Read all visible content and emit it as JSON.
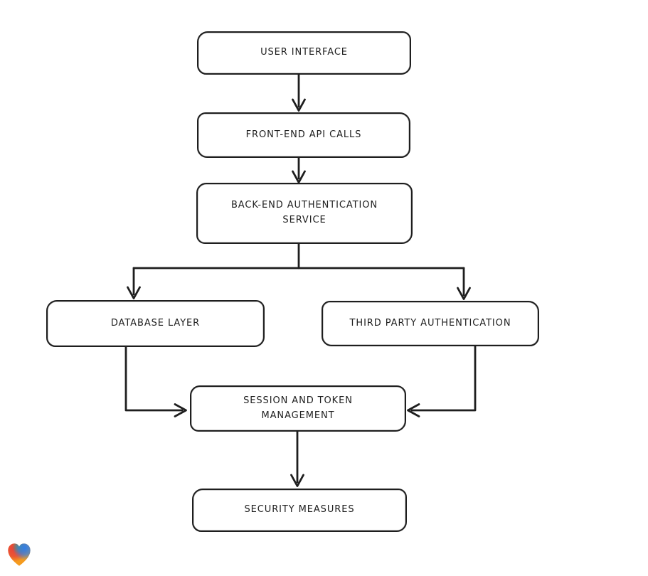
{
  "diagram": {
    "type": "flowchart",
    "background": "#ffffff",
    "stroke_color": "#1e1e1e",
    "nodes": [
      {
        "id": "user-interface",
        "label": "USER INTERFACE"
      },
      {
        "id": "front-end-api-calls",
        "label": "FRONT-END API CALLS"
      },
      {
        "id": "back-end-auth-service",
        "label": "BACK-END AUTHENTICATION\nSERVICE"
      },
      {
        "id": "database-layer",
        "label": "DATABASE LAYER"
      },
      {
        "id": "third-party-auth",
        "label": "THIRD PARTY AUTHENTICATION"
      },
      {
        "id": "session-token-mgmt",
        "label": "SESSION AND TOKEN\nMANAGEMENT"
      },
      {
        "id": "security-measures",
        "label": "SECURITY MEASURES"
      }
    ],
    "edges": [
      {
        "from": "user-interface",
        "to": "front-end-api-calls"
      },
      {
        "from": "front-end-api-calls",
        "to": "back-end-auth-service"
      },
      {
        "from": "back-end-auth-service",
        "to": "database-layer"
      },
      {
        "from": "back-end-auth-service",
        "to": "third-party-auth"
      },
      {
        "from": "database-layer",
        "to": "session-token-mgmt"
      },
      {
        "from": "third-party-auth",
        "to": "session-token-mgmt"
      },
      {
        "from": "session-token-mgmt",
        "to": "security-measures"
      }
    ],
    "logo": {
      "name": "gradient-heart-logo",
      "colors": [
        "#e8403a",
        "#3fae3f",
        "#2f7fe8",
        "#f59b1e"
      ]
    }
  }
}
